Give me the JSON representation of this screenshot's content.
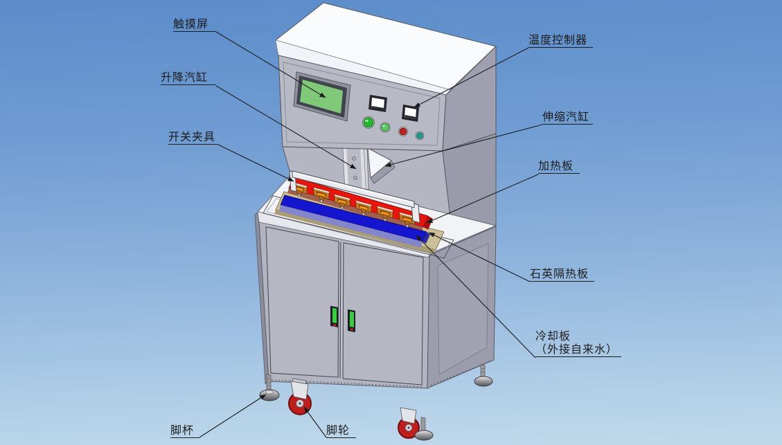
{
  "scene": {
    "type": "machine-callout-diagram",
    "background": {
      "sky_top": "#5b8cca",
      "sky_bottom": "#bfd9ec"
    }
  },
  "machine": {
    "colors": {
      "top_white": "#fafbfd",
      "chamfer_white": "#f0f3f7",
      "panel_front": "#b7b9c4",
      "panel_right": "#9ea0af",
      "tower_front": "#b4b6c1",
      "tower_right": "#999baa",
      "cabinet_front": "#b2b4bf",
      "cabinet_right": "#9b9dac",
      "door_face": "#b5b7c2",
      "table_white": "#f1f3f6",
      "screen_green": "#7fc979",
      "screen_bezel": "#40444c",
      "meter_bezel": "#23262c",
      "meter_face": "#ffffff",
      "button_green": "#23b52e",
      "button_light_green": "#58c95f",
      "button_red": "#c32020",
      "button_teal": "#219a92",
      "heating_red": "#e8150f",
      "heating_red_front": "#a2604e",
      "cooling_blue": "#1515cf",
      "cooling_blue_front": "#8486cc",
      "insulation_tan": "#cdc096",
      "clamp_copper": "#c47b25",
      "clamp_slot_orange": "#ff9612",
      "rail_silver": "#e8ebf0",
      "bracket_gray": "#b9bbc5",
      "handle_green": "#35d03c",
      "handle_dot_red": "#d02020",
      "caster_red": "#c01d1d",
      "foot_metal": "#9a9a9a",
      "leader_line": "#1c1c1c"
    }
  },
  "labels": [
    {
      "id": "touch-screen",
      "text": "触摸屏"
    },
    {
      "id": "lift-cylinder",
      "text": "升降汽缸"
    },
    {
      "id": "switch-fixture",
      "text": "开关夹具"
    },
    {
      "id": "temperature-controller",
      "text": "温度控制器"
    },
    {
      "id": "telescopic-cylinder",
      "text": "伸缩汽缸"
    },
    {
      "id": "heating-plate",
      "text": "加热板"
    },
    {
      "id": "quartz-insulation-plate",
      "text": "石英隔热板"
    },
    {
      "id": "cooling-plate",
      "text": "冷却板",
      "text2": "（外接自来水）"
    },
    {
      "id": "foot-cup",
      "text": "脚杯"
    },
    {
      "id": "caster",
      "text": "脚轮"
    }
  ]
}
